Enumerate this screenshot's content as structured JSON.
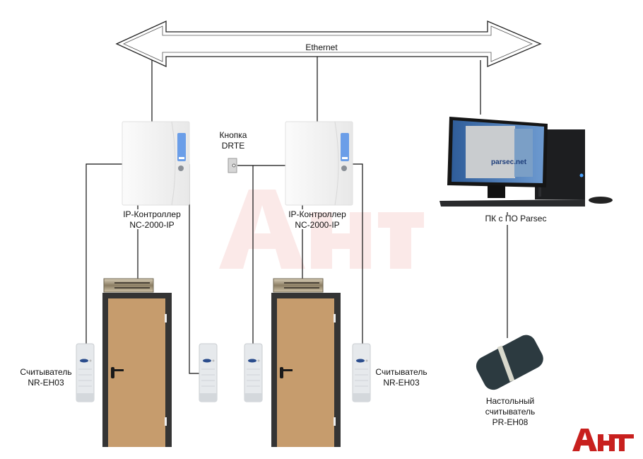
{
  "network": {
    "label": "Ethernet"
  },
  "controllers": [
    {
      "line1": "IP-Контроллер",
      "line2": "NC-2000-IP"
    },
    {
      "line1": "IP-Контроллер",
      "line2": "NC-2000-IP"
    }
  ],
  "button": {
    "line1": "Кнопка",
    "line2": "DRTE"
  },
  "pc": {
    "label": "ПК с ПО Parsec",
    "screen_text": "parsec.net"
  },
  "readers": {
    "left": {
      "line1": "Считыватель",
      "line2": "NR-EH03"
    },
    "right": {
      "line1": "Считыватель",
      "line2": "NR-EH03"
    }
  },
  "desk_reader": {
    "line1": "Настольный",
    "line2": "считыватель",
    "line3": "PR-EH08"
  },
  "brand": {
    "logo_text": "Ант",
    "color": "#c8201e",
    "watermark_color": "#fbe9e8"
  }
}
